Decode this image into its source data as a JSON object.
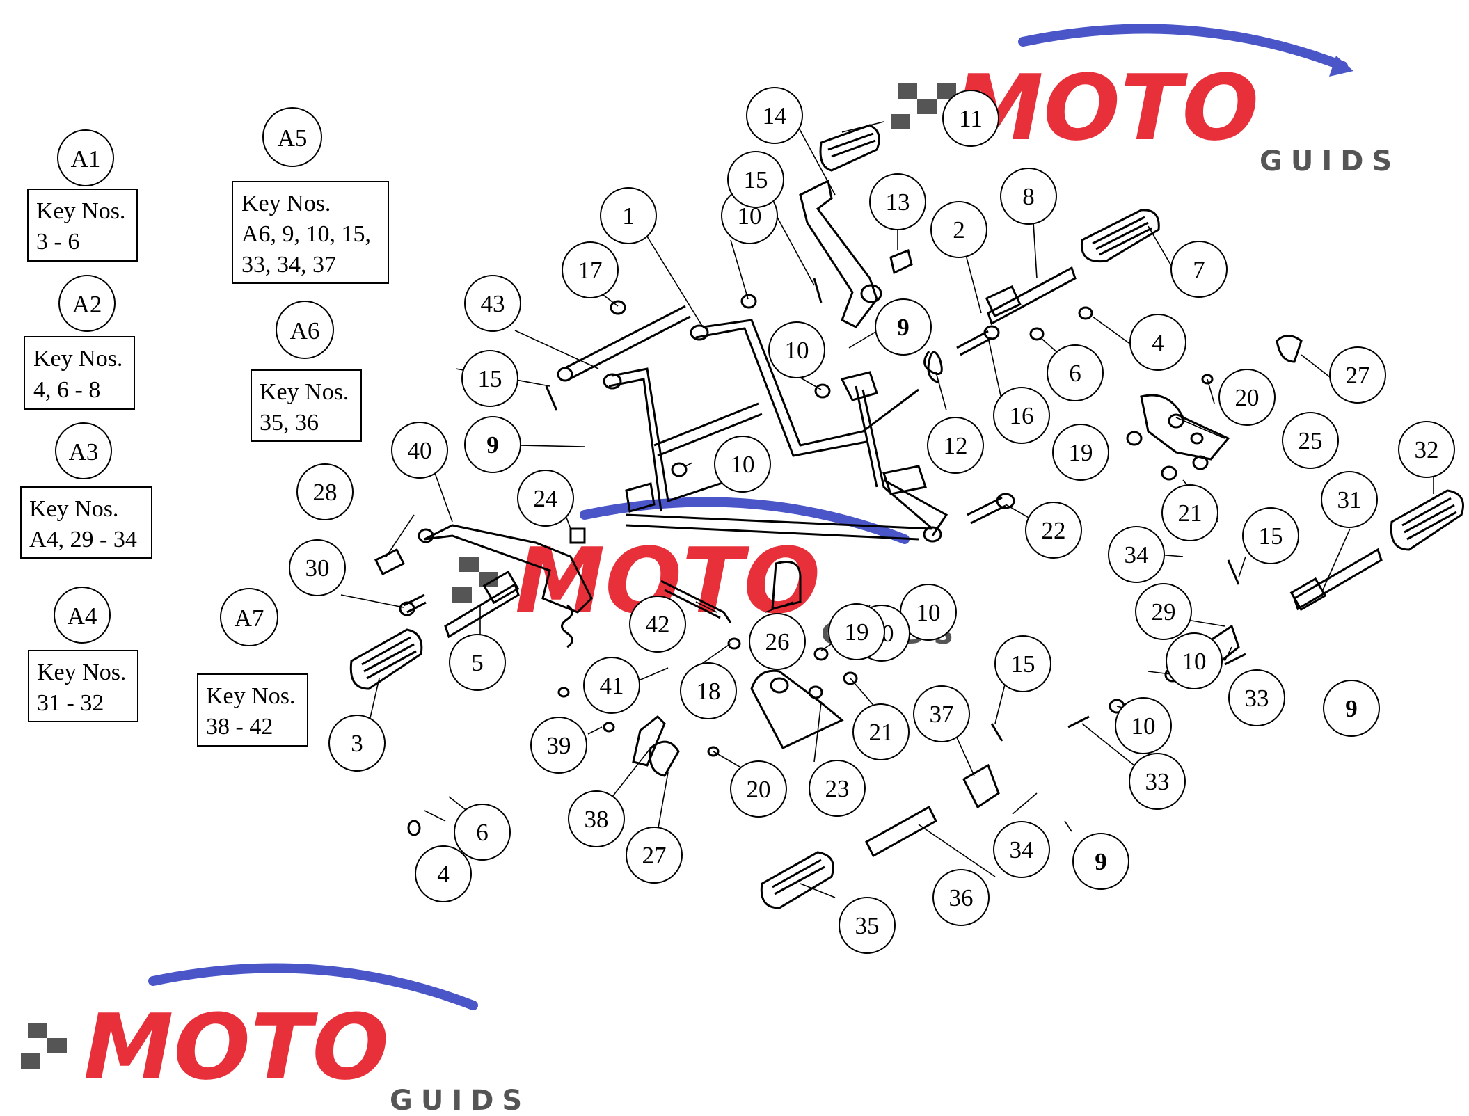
{
  "legend": [
    {
      "group": "A1",
      "title": "Key Nos.",
      "keys": "3 - 6"
    },
    {
      "group": "A2",
      "title": "Key Nos.",
      "keys": "4, 6 - 8"
    },
    {
      "group": "A3",
      "title": "Key Nos.",
      "keys": "A4, 29 - 34"
    },
    {
      "group": "A4",
      "title": "Key Nos.",
      "keys": "31 - 32"
    },
    {
      "group": "A5",
      "title": "Key Nos.",
      "keys": "A6, 9, 10, 15,",
      "keys2": "33, 34, 37"
    },
    {
      "group": "A6",
      "title": "Key Nos.",
      "keys": "35, 36"
    },
    {
      "group": "A7",
      "title": "Key Nos.",
      "keys": "38 - 42"
    }
  ],
  "callouts": [
    "1",
    "2",
    "3",
    "4",
    "4",
    "5",
    "6",
    "6",
    "7",
    "8",
    "9",
    "9",
    "9",
    "9",
    "10",
    "10",
    "10",
    "10",
    "10",
    "10",
    "10",
    "11",
    "12",
    "13",
    "14",
    "15",
    "15",
    "15",
    "15",
    "16",
    "17",
    "18",
    "19",
    "19",
    "20",
    "20",
    "21",
    "21",
    "22",
    "23",
    "24",
    "25",
    "26",
    "27",
    "27",
    "28",
    "29",
    "30",
    "31",
    "32",
    "33",
    "33",
    "34",
    "34",
    "35",
    "36",
    "37",
    "38",
    "39",
    "40",
    "41",
    "42",
    "43"
  ],
  "watermark": {
    "main": "MOTO",
    "sub": "GUIDS"
  },
  "colors": {
    "ink": "#000000",
    "logo_red": "#e8303a",
    "logo_blue": "#4a55c8",
    "logo_gray": "#555555"
  }
}
